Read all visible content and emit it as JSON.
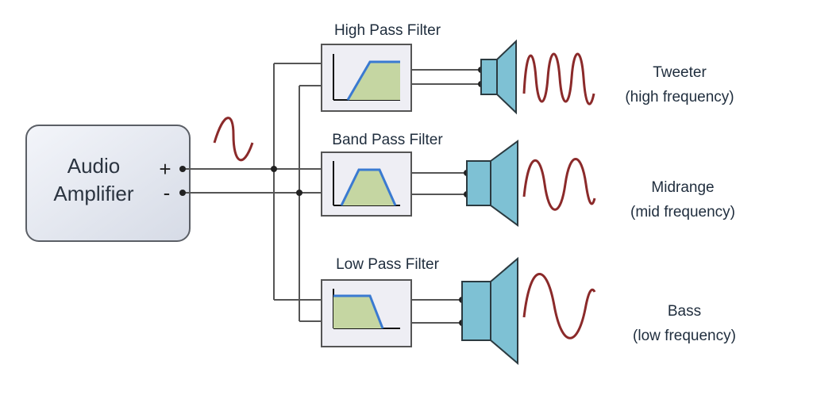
{
  "amplifier": {
    "line1": "Audio",
    "line2": "Amplifier",
    "plus": "+",
    "minus": "-"
  },
  "filters": [
    {
      "label": "High Pass Filter",
      "kind": "high-pass"
    },
    {
      "label": "Band Pass Filter",
      "kind": "band-pass"
    },
    {
      "label": "Low Pass Filter",
      "kind": "low-pass"
    }
  ],
  "speakers": [
    {
      "name": "Tweeter",
      "range": "(high frequency)"
    },
    {
      "name": "Midrange",
      "range": "(mid frequency)"
    },
    {
      "name": "Bass",
      "range": "(low frequency)"
    }
  ],
  "colors": {
    "wire": "#555555",
    "wave": "#8b2a2a",
    "filter_fill": "#c5d6a2",
    "filter_curve": "#3a7ad1",
    "speaker_fill": "#7ec1d4",
    "speaker_stroke": "#2b3a40",
    "box_fill": "#eeeef4",
    "box_stroke": "#555555"
  }
}
